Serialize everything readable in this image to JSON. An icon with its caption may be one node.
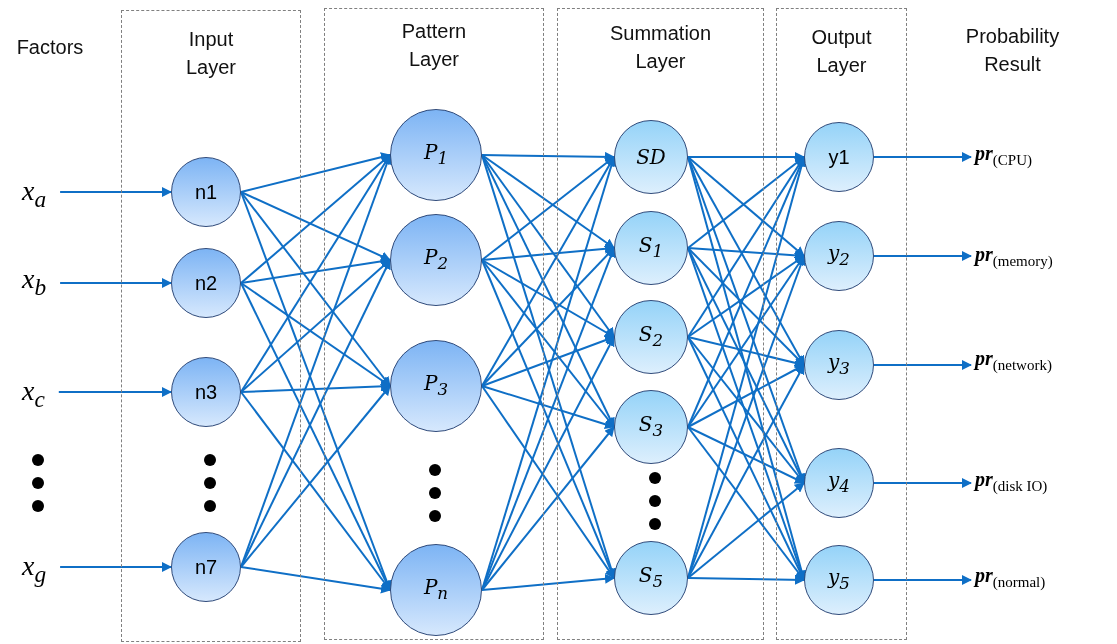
{
  "diagram": {
    "nodes": [
      {
        "text": [
          "x$_{a}$"
        ]
      },
      {
        "text": [
          "x$_{b}$"
        ]
      },
      {
        "text": [
          "x$_{c}$"
        ]
      },
      {
        "text": [
          "x$_{g}$"
        ]
      },
      {
        "text": [
          "Input Layer"
        ]
      },
      {
        "text": [
          "n1"
        ],
        "in": 4
      },
      {
        "text": [
          "n2"
        ],
        "in": 4
      },
      {
        "text": [
          "n3"
        ],
        "in": 4
      },
      {
        "text": [
          "n7"
        ],
        "in": 4
      },
      {
        "text": [
          "Pattern Layer"
        ]
      },
      {
        "text": [
          "P$_{1}$"
        ],
        "in": 9
      },
      {
        "text": [
          "P$_{2}$"
        ],
        "in": 9
      },
      {
        "text": [
          "P$_{3}$"
        ],
        "in": 9
      },
      {
        "text": [
          "P$_{n}$"
        ],
        "in": 9
      },
      {
        "text": [
          "Summation Layer"
        ]
      },
      {
        "text": [
          "SD"
        ],
        "in": 14
      },
      {
        "text": [
          "S$_{1}$"
        ],
        "in": 14
      },
      {
        "text": [
          "S$_{2}$"
        ],
        "in": 14
      },
      {
        "text": [
          "S$_{3}$"
        ],
        "in": 14
      },
      {
        "text": [
          "S$_{5}$"
        ],
        "in": 14
      },
      {
        "text": [
          "Output Layer"
        ]
      },
      {
        "text": [
          "y1"
        ],
        "in": 20
      },
      {
        "text": [
          "y$_{2}$"
        ],
        "in": 20
      },
      {
        "text": [
          "y$_{3}$"
        ],
        "in": 20
      },
      {
        "text": [
          "y$_{4}$"
        ],
        "in": 20
      },
      {
        "text": [
          "y$_{5}$"
        ],
        "in": 20
      },
      {
        "text": [
          "**pr**$_{(CPU)}$"
        ]
      },
      {
        "text": [
          "**pr**$_{(memory)}$"
        ]
      },
      {
        "text": [
          "**pr**$_{(network)}$"
        ]
      },
      {
        "text": [
          "**pr**$_{(disk IO)}$"
        ]
      },
      {
        "text": [
          "**pr**$_{(normal)}$"
        ]
      }
    ],
    "edges": [
      {
        "from": 0,
        "to": 5,
        "arrow": "to"
      },
      {
        "from": 1,
        "to": 6,
        "arrow": "to"
      },
      {
        "from": 2,
        "to": 7,
        "arrow": "to"
      },
      {
        "from": 3,
        "to": 8,
        "arrow": "to"
      },
      {
        "from": 5,
        "to": 10,
        "arrow": "to"
      },
      {
        "from": 5,
        "to": 11,
        "arrow": "to"
      },
      {
        "from": 5,
        "to": 12,
        "arrow": "to"
      },
      {
        "from": 5,
        "to": 13,
        "arrow": "to"
      },
      {
        "from": 6,
        "to": 10,
        "arrow": "to"
      },
      {
        "from": 6,
        "to": 11,
        "arrow": "to"
      },
      {
        "from": 6,
        "to": 12,
        "arrow": "to"
      },
      {
        "from": 6,
        "to": 13,
        "arrow": "to"
      },
      {
        "from": 7,
        "to": 10,
        "arrow": "to"
      },
      {
        "from": 7,
        "to": 11,
        "arrow": "to"
      },
      {
        "from": 7,
        "to": 12,
        "arrow": "to"
      },
      {
        "from": 7,
        "to": 13,
        "arrow": "to"
      },
      {
        "from": 8,
        "to": 10,
        "arrow": "to"
      },
      {
        "from": 8,
        "to": 11,
        "arrow": "to"
      },
      {
        "from": 8,
        "to": 12,
        "arrow": "to"
      },
      {
        "from": 8,
        "to": 13,
        "arrow": "to"
      },
      {
        "from": 10,
        "to": 15,
        "arrow": "to"
      },
      {
        "from": 10,
        "to": 16,
        "arrow": "to"
      },
      {
        "from": 10,
        "to": 17,
        "arrow": "to"
      },
      {
        "from": 10,
        "to": 18,
        "arrow": "to"
      },
      {
        "from": 10,
        "to": 19,
        "arrow": "to"
      },
      {
        "from": 11,
        "to": 15,
        "arrow": "to"
      },
      {
        "from": 11,
        "to": 16,
        "arrow": "to"
      },
      {
        "from": 11,
        "to": 17,
        "arrow": "to"
      },
      {
        "from": 11,
        "to": 18,
        "arrow": "to"
      },
      {
        "from": 11,
        "to": 19,
        "arrow": "to"
      },
      {
        "from": 12,
        "to": 15,
        "arrow": "to"
      },
      {
        "from": 12,
        "to": 16,
        "arrow": "to"
      },
      {
        "from": 12,
        "to": 17,
        "arrow": "to"
      },
      {
        "from": 12,
        "to": 18,
        "arrow": "to"
      },
      {
        "from": 12,
        "to": 19,
        "arrow": "to"
      },
      {
        "from": 13,
        "to": 15,
        "arrow": "to"
      },
      {
        "from": 13,
        "to": 16,
        "arrow": "to"
      },
      {
        "from": 13,
        "to": 17,
        "arrow": "to"
      },
      {
        "from": 13,
        "to": 18,
        "arrow": "to"
      },
      {
        "from": 13,
        "to": 19,
        "arrow": "to"
      },
      {
        "from": 15,
        "to": 21,
        "arrow": "to"
      },
      {
        "from": 15,
        "to": 22,
        "arrow": "to"
      },
      {
        "from": 15,
        "to": 23,
        "arrow": "to"
      },
      {
        "from": 15,
        "to": 24,
        "arrow": "to"
      },
      {
        "from": 15,
        "to": 25,
        "arrow": "to"
      },
      {
        "from": 16,
        "to": 21,
        "arrow": "to"
      },
      {
        "from": 16,
        "to": 22,
        "arrow": "to"
      },
      {
        "from": 16,
        "to": 23,
        "arrow": "to"
      },
      {
        "from": 16,
        "to": 24,
        "arrow": "to"
      },
      {
        "from": 16,
        "to": 25,
        "arrow": "to"
      },
      {
        "from": 17,
        "to": 21,
        "arrow": "to"
      },
      {
        "from": 17,
        "to": 22,
        "arrow": "to"
      },
      {
        "from": 17,
        "to": 23,
        "arrow": "to"
      },
      {
        "from": 17,
        "to": 24,
        "arrow": "to"
      },
      {
        "from": 17,
        "to": 25,
        "arrow": "to"
      },
      {
        "from": 18,
        "to": 21,
        "arrow": "to"
      },
      {
        "from": 18,
        "to": 22,
        "arrow": "to"
      },
      {
        "from": 18,
        "to": 23,
        "arrow": "to"
      },
      {
        "from": 18,
        "to": 24,
        "arrow": "to"
      },
      {
        "from": 18,
        "to": 25,
        "arrow": "to"
      },
      {
        "from": 19,
        "to": 21,
        "arrow": "to"
      },
      {
        "from": 19,
        "to": 22,
        "arrow": "to"
      },
      {
        "from": 19,
        "to": 23,
        "arrow": "to"
      },
      {
        "from": 19,
        "to": 24,
        "arrow": "to"
      },
      {
        "from": 19,
        "to": 25,
        "arrow": "to"
      },
      {
        "from": 21,
        "to": 26,
        "arrow": "to"
      },
      {
        "from": 22,
        "to": 27,
        "arrow": "to"
      },
      {
        "from": 23,
        "to": 28,
        "arrow": "to"
      },
      {
        "from": 24,
        "to": 29,
        "arrow": "to"
      },
      {
        "from": 25,
        "to": 30,
        "arrow": "to"
      }
    ],
    "labels": [
      "Factors",
      "Probability Result"
    ]
  }
}
